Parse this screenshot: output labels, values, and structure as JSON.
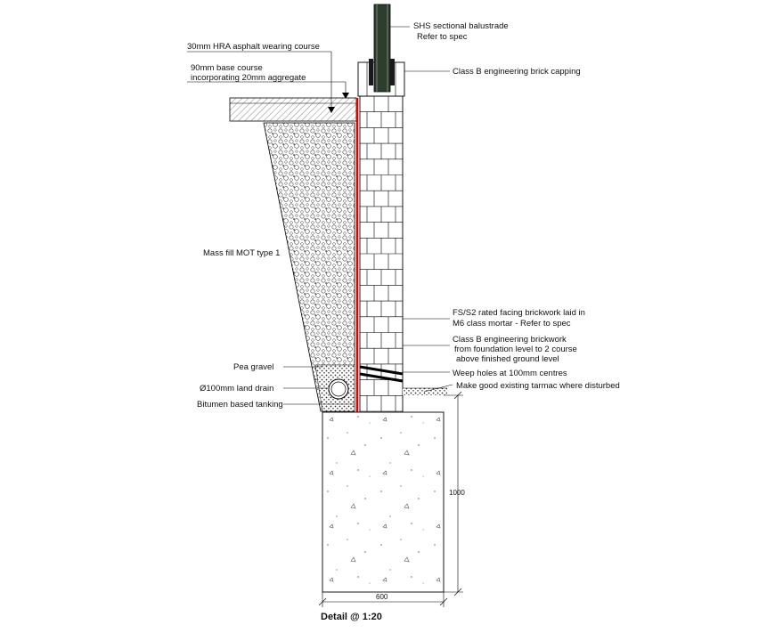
{
  "labels": {
    "balustrade_1": "SHS sectional balustrade",
    "balustrade_2": "Refer to spec",
    "capping": "Class B engineering brick capping",
    "asphalt": "30mm HRA asphalt wearing course",
    "base_1": "90mm base course",
    "base_2": "incorporating 20mm aggregate",
    "mass_fill": "Mass fill MOT type 1",
    "facing_1": "FS/S2 rated facing brickwork laid in",
    "facing_2": "M6 class mortar - Refer to spec",
    "eng_1": "Class B engineering brickwork",
    "eng_2": "from foundation level to 2 course",
    "eng_3": "above finished ground level",
    "weep": "Weep holes at 100mm centres",
    "tarmac": "Make good existing tarmac where disturbed",
    "pea_gravel": "Pea gravel",
    "land_drain": "Ø100mm land drain",
    "tanking": "Bitumen based tanking"
  },
  "dimensions": {
    "height": "1000",
    "width": "600"
  },
  "caption": "Detail @ 1:20",
  "colors": {
    "tanking": "#e00000",
    "balustrade_post": "#2e3d2e",
    "lines": "#000000"
  }
}
